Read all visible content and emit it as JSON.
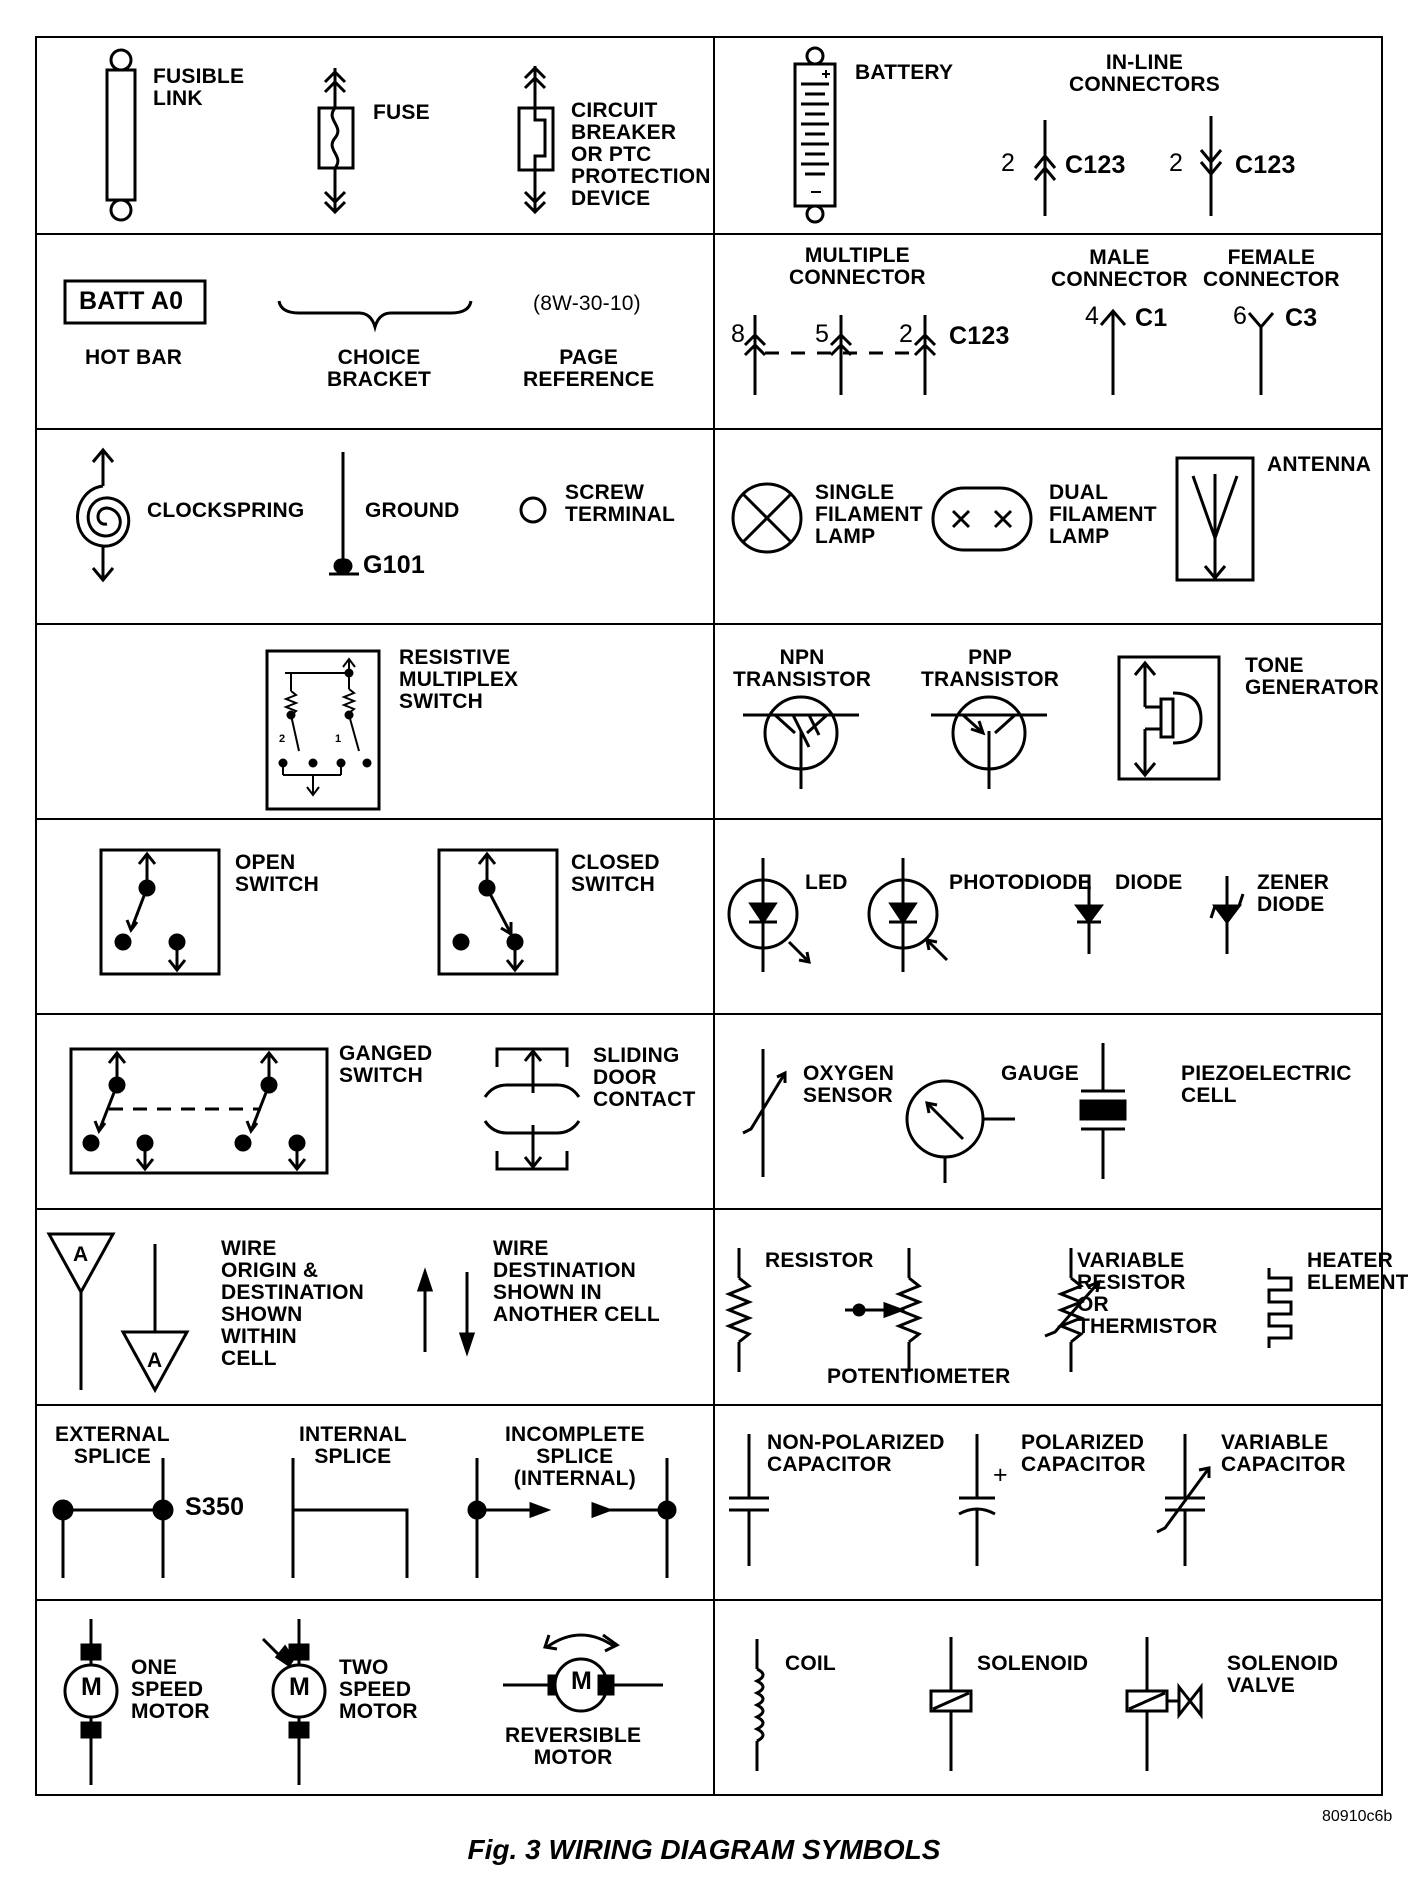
{
  "caption": "Fig. 3 WIRING DIAGRAM SYMBOLS",
  "figure_code": "80910c6b",
  "cells": {
    "fusible_link": "FUSIBLE\nLINK",
    "fuse": "FUSE",
    "circuit_breaker": "CIRCUIT\nBREAKER\nOR PTC\nPROTECTION\nDEVICE",
    "battery": "BATTERY",
    "inline_connectors": "IN-LINE\nCONNECTORS",
    "inline_pin_a": "2",
    "inline_id_a": "C123",
    "inline_pin_b": "2",
    "inline_id_b": "C123",
    "hot_bar_box": "BATT A0",
    "hot_bar": "HOT BAR",
    "choice_bracket": "CHOICE\nBRACKET",
    "page_ref_code": "(8W-30-10)",
    "page_reference": "PAGE\nREFERENCE",
    "multiple_connector": "MULTIPLE\nCONNECTOR",
    "multi_pin_1": "8",
    "multi_pin_2": "5",
    "multi_pin_3": "2",
    "multi_id": "C123",
    "male_connector": "MALE\nCONNECTOR",
    "male_pin": "4",
    "male_id": "C1",
    "female_connector": "FEMALE\nCONNECTOR",
    "female_pin": "6",
    "female_id": "C3",
    "clockspring": "CLOCKSPRING",
    "ground": "GROUND",
    "ground_id": "G101",
    "screw_terminal": "SCREW\nTERMINAL",
    "single_filament": "SINGLE\nFILAMENT\nLAMP",
    "dual_filament": "DUAL\nFILAMENT\nLAMP",
    "antenna": "ANTENNA",
    "resistive_multiplex": "RESISTIVE\nMULTIPLEX\nSWITCH",
    "rms_pin_2": "2",
    "rms_pin_1": "1",
    "npn": "NPN\nTRANSISTOR",
    "pnp": "PNP\nTRANSISTOR",
    "tone_generator": "TONE\nGENERATOR",
    "open_switch": "OPEN\nSWITCH",
    "closed_switch": "CLOSED\nSWITCH",
    "led": "LED",
    "photodiode": "PHOTODIODE",
    "diode": "DIODE",
    "zener": "ZENER\nDIODE",
    "ganged_switch": "GANGED\nSWITCH",
    "sliding_door": "SLIDING\nDOOR\nCONTACT",
    "oxygen_sensor": "OXYGEN\nSENSOR",
    "gauge": "GAUGE",
    "piezo": "PIEZOELECTRIC\nCELL",
    "wire_origin_letter_a": "A",
    "wire_origin_letter_b": "A",
    "wire_origin": "WIRE\nORIGIN &\nDESTINATION\nSHOWN\nWITHIN\nCELL",
    "wire_destination": "WIRE\nDESTINATION\nSHOWN IN\nANOTHER CELL",
    "resistor": "RESISTOR",
    "potentiometer": "POTENTIOMETER",
    "variable_resistor": "VARIABLE\nRESISTOR\nOR\nTHERMISTOR",
    "heater": "HEATER\nELEMENT",
    "external_splice": "EXTERNAL\nSPLICE",
    "splice_id": "S350",
    "internal_splice": "INTERNAL\nSPLICE",
    "incomplete_splice": "INCOMPLETE\nSPLICE\n(INTERNAL)",
    "nonpolar_cap": "NON-POLARIZED\nCAPACITOR",
    "polar_cap": "POLARIZED\nCAPACITOR",
    "polar_plus": "+",
    "variable_cap": "VARIABLE\nCAPACITOR",
    "motor_letter_1": "M",
    "motor_letter_2": "M",
    "motor_letter_3": "M",
    "one_speed": "ONE\nSPEED\nMOTOR",
    "two_speed": "TWO\nSPEED\nMOTOR",
    "reversible": "REVERSIBLE\nMOTOR",
    "coil": "COIL",
    "solenoid": "SOLENOID",
    "solenoid_valve": "SOLENOID\nVALVE"
  }
}
